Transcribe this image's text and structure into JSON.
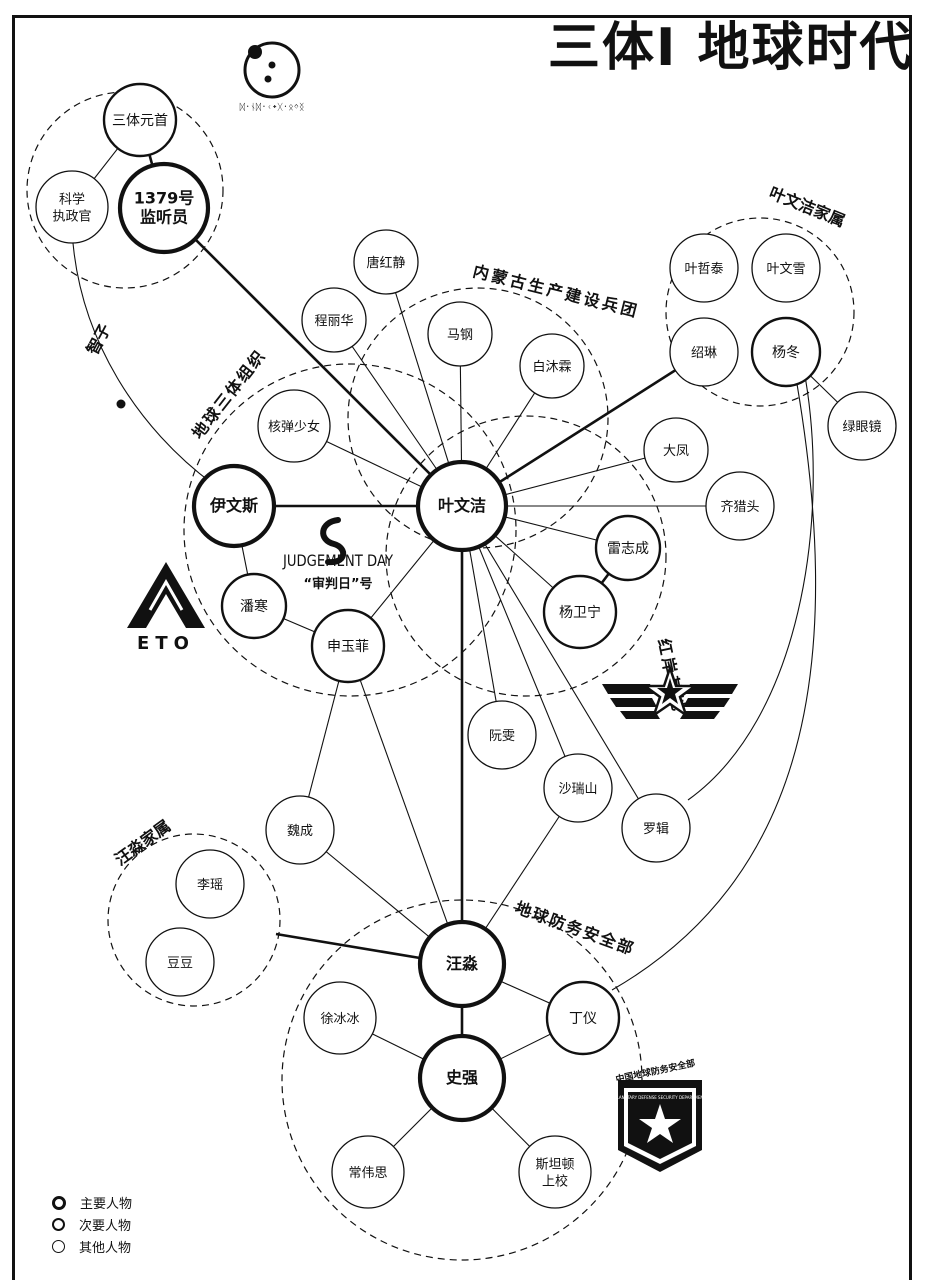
{
  "title": "三体Ⅰ 地球时代",
  "trisolaran_script": "ᛞ᛫ᚾᛞ᛫ᚲ᛭ᚷ᛫ᛟᛜᛝ",
  "nodes": [
    {
      "id": "n1",
      "label": "三体元首",
      "lines": [
        "三体元首"
      ],
      "tier": "secondary"
    },
    {
      "id": "n2",
      "label": "科学\n执政官",
      "lines": [
        "科学",
        "执政官"
      ],
      "tier": "other"
    },
    {
      "id": "n3",
      "label": "1379号\n监听员",
      "lines": [
        "1379号",
        "监听员"
      ],
      "tier": "main"
    },
    {
      "id": "n4",
      "label": "唐红静",
      "lines": [
        "唐红静"
      ],
      "tier": "other"
    },
    {
      "id": "n5",
      "label": "程丽华",
      "lines": [
        "程丽华"
      ],
      "tier": "other"
    },
    {
      "id": "n6",
      "label": "马钢",
      "lines": [
        "马钢"
      ],
      "tier": "other"
    },
    {
      "id": "n7",
      "label": "白沐霖",
      "lines": [
        "白沐霖"
      ],
      "tier": "other"
    },
    {
      "id": "n8",
      "label": "叶哲泰",
      "lines": [
        "叶哲泰"
      ],
      "tier": "other"
    },
    {
      "id": "n9",
      "label": "叶文雪",
      "lines": [
        "叶文雪"
      ],
      "tier": "other"
    },
    {
      "id": "n10",
      "label": "绍琳",
      "lines": [
        "绍琳"
      ],
      "tier": "other"
    },
    {
      "id": "n11",
      "label": "杨冬",
      "lines": [
        "杨冬"
      ],
      "tier": "secondary"
    },
    {
      "id": "n12",
      "label": "绿眼镜",
      "lines": [
        "绿眼镜"
      ],
      "tier": "other"
    },
    {
      "id": "n13",
      "label": "核弹少女",
      "lines": [
        "核弹少女"
      ],
      "tier": "other"
    },
    {
      "id": "n14",
      "label": "大凤",
      "lines": [
        "大凤"
      ],
      "tier": "other"
    },
    {
      "id": "n15",
      "label": "伊文斯",
      "lines": [
        "伊文斯"
      ],
      "tier": "main"
    },
    {
      "id": "n16",
      "label": "叶文洁",
      "lines": [
        "叶文洁"
      ],
      "tier": "main"
    },
    {
      "id": "n17",
      "label": "齐猎头",
      "lines": [
        "齐猎头"
      ],
      "tier": "other"
    },
    {
      "id": "n18",
      "label": "雷志成",
      "lines": [
        "雷志成"
      ],
      "tier": "secondary"
    },
    {
      "id": "n19",
      "label": "潘寒",
      "lines": [
        "潘寒"
      ],
      "tier": "secondary"
    },
    {
      "id": "n20",
      "label": "杨卫宁",
      "lines": [
        "杨卫宁"
      ],
      "tier": "secondary"
    },
    {
      "id": "n21",
      "label": "申玉菲",
      "lines": [
        "申玉菲"
      ],
      "tier": "secondary"
    },
    {
      "id": "n22",
      "label": "阮雯",
      "lines": [
        "阮雯"
      ],
      "tier": "other"
    },
    {
      "id": "n23",
      "label": "沙瑞山",
      "lines": [
        "沙瑞山"
      ],
      "tier": "other"
    },
    {
      "id": "n24",
      "label": "魏成",
      "lines": [
        "魏成"
      ],
      "tier": "other"
    },
    {
      "id": "n25",
      "label": "罗辑",
      "lines": [
        "罗辑"
      ],
      "tier": "other"
    },
    {
      "id": "n26",
      "label": "李瑶",
      "lines": [
        "李瑶"
      ],
      "tier": "other"
    },
    {
      "id": "n27",
      "label": "豆豆",
      "lines": [
        "豆豆"
      ],
      "tier": "other"
    },
    {
      "id": "n28",
      "label": "汪淼",
      "lines": [
        "汪淼"
      ],
      "tier": "main"
    },
    {
      "id": "n29",
      "label": "徐冰冰",
      "lines": [
        "徐冰冰"
      ],
      "tier": "other"
    },
    {
      "id": "n30",
      "label": "丁仪",
      "lines": [
        "丁仪"
      ],
      "tier": "secondary"
    },
    {
      "id": "n31",
      "label": "史强",
      "lines": [
        "史强"
      ],
      "tier": "main"
    },
    {
      "id": "n32",
      "label": "常伟思",
      "lines": [
        "常伟思"
      ],
      "tier": "other"
    },
    {
      "id": "n33",
      "label": "斯坦顿\n上校",
      "lines": [
        "斯坦顿",
        "上校"
      ],
      "tier": "other"
    }
  ],
  "edges": [
    {
      "from": "n1",
      "to": "n3",
      "style": "thick"
    },
    {
      "from": "n1",
      "to": "n2",
      "style": "thin"
    },
    {
      "from": "n3",
      "to": "n16",
      "style": "thick"
    },
    {
      "from": "n15",
      "to": "n16",
      "style": "thick"
    },
    {
      "from": "n16",
      "to": "n28",
      "style": "thick"
    },
    {
      "from": "n16",
      "to": "n10",
      "style": "thick"
    },
    {
      "from": "n16",
      "to": "n4",
      "style": "thin"
    },
    {
      "from": "n16",
      "to": "n5",
      "style": "thin"
    },
    {
      "from": "n16",
      "to": "n6",
      "style": "thin"
    },
    {
      "from": "n16",
      "to": "n7",
      "style": "thin"
    },
    {
      "from": "n16",
      "to": "n13",
      "style": "thin"
    },
    {
      "from": "n16",
      "to": "n14",
      "style": "thin"
    },
    {
      "from": "n16",
      "to": "n17",
      "style": "thin"
    },
    {
      "from": "n16",
      "to": "n18",
      "style": "thin"
    },
    {
      "from": "n16",
      "to": "n20",
      "style": "thin"
    },
    {
      "from": "n16",
      "to": "n21",
      "style": "thin"
    },
    {
      "from": "n16",
      "to": "n22",
      "style": "thin"
    },
    {
      "from": "n16",
      "to": "n23",
      "style": "thin"
    },
    {
      "from": "n16",
      "to": "n25",
      "style": "thin"
    },
    {
      "from": "n18",
      "to": "n20",
      "style": "thick"
    },
    {
      "from": "n15",
      "to": "n19",
      "style": "thin"
    },
    {
      "from": "n19",
      "to": "n21",
      "style": "thin"
    },
    {
      "from": "n21",
      "to": "n24",
      "style": "thin"
    },
    {
      "from": "n21",
      "to": "n28",
      "style": "thin"
    },
    {
      "from": "n24",
      "to": "n28",
      "style": "thin"
    },
    {
      "from": "n23",
      "to": "n28",
      "style": "thin"
    },
    {
      "from": "n28",
      "to": "n30",
      "style": "thin"
    },
    {
      "from": "n28",
      "to": "n31",
      "style": "thick"
    },
    {
      "from": "n31",
      "to": "n30",
      "style": "thin"
    },
    {
      "from": "n31",
      "to": "n29",
      "style": "thin"
    },
    {
      "from": "n31",
      "to": "n32",
      "style": "thin"
    },
    {
      "from": "n31",
      "to": "n33",
      "style": "thin"
    },
    {
      "from": "n11",
      "to": "n12",
      "style": "thin"
    }
  ],
  "groups": [
    {
      "id": "g_trisolaris",
      "label": ""
    },
    {
      "id": "g_ye_family",
      "label": "叶文洁家属"
    },
    {
      "id": "g_mongolia",
      "label": "内蒙古生产建设兵团"
    },
    {
      "id": "g_eto",
      "label": "地球三体组织"
    },
    {
      "id": "g_redcoast",
      "label": "红岸基地"
    },
    {
      "id": "g_wang_family",
      "label": "汪淼家属"
    },
    {
      "id": "g_pdc",
      "label": "地球防务安全部"
    }
  ],
  "sophon_label": "智子",
  "ship_logo_text": "JUDGEMENT DAY",
  "ship_cn_name": "“审判日”号",
  "eto_logo_text": "ETO",
  "pdc_badge_cn": "中国地球防务安全部",
  "pdc_badge_en": "PLANETARY DEFENSE SECURITY DEPARTMENT",
  "legend": [
    {
      "label": "主要人物",
      "tier": "main"
    },
    {
      "label": "次要人物",
      "tier": "secondary"
    },
    {
      "label": "其他人物",
      "tier": "other"
    }
  ]
}
